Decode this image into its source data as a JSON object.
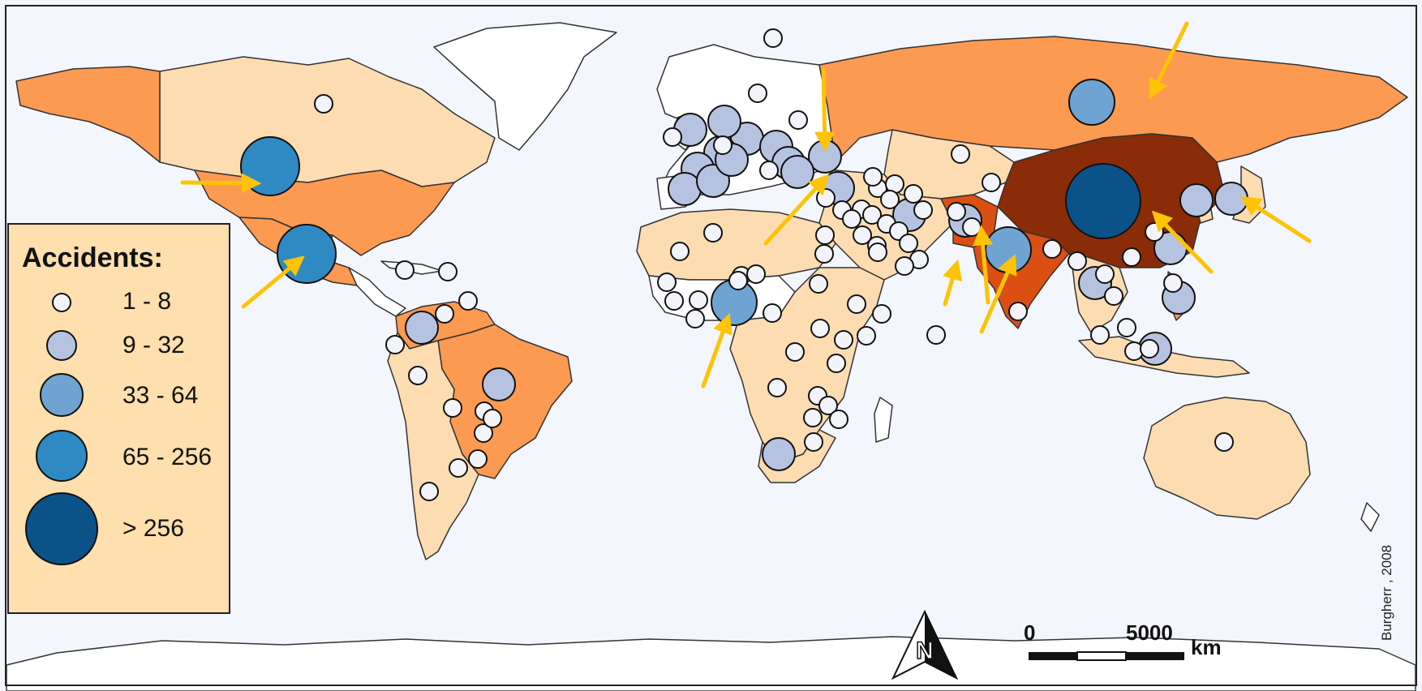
{
  "legend": {
    "title": "Accidents:",
    "classes": [
      {
        "label": "1 - 8",
        "color": "#f3f4f9"
      },
      {
        "label": "9 - 32",
        "color": "#b6c3e0"
      },
      {
        "label": "33 - 64",
        "color": "#6fa4d2"
      },
      {
        "label": "65 - 256",
        "color": "#2f8ac3"
      },
      {
        "label": "> 256",
        "color": "#0b5289"
      }
    ]
  },
  "scale_bar": {
    "start_label": "0",
    "end_label": "5000",
    "unit": "km"
  },
  "north_arrow": {
    "label": "N",
    "icon": "north-arrow-icon"
  },
  "credit": "Burgherr , 2008",
  "colors": {
    "ocean": "#f4f6fd",
    "land_none": "#ffffff",
    "choropleth_low": "#fddcb2",
    "choropleth_mid": "#fd9a52",
    "choropleth_high": "#dc4f12",
    "choropleth_top": "#8a2c08",
    "highlight_arrow": "#fdc304"
  }
}
